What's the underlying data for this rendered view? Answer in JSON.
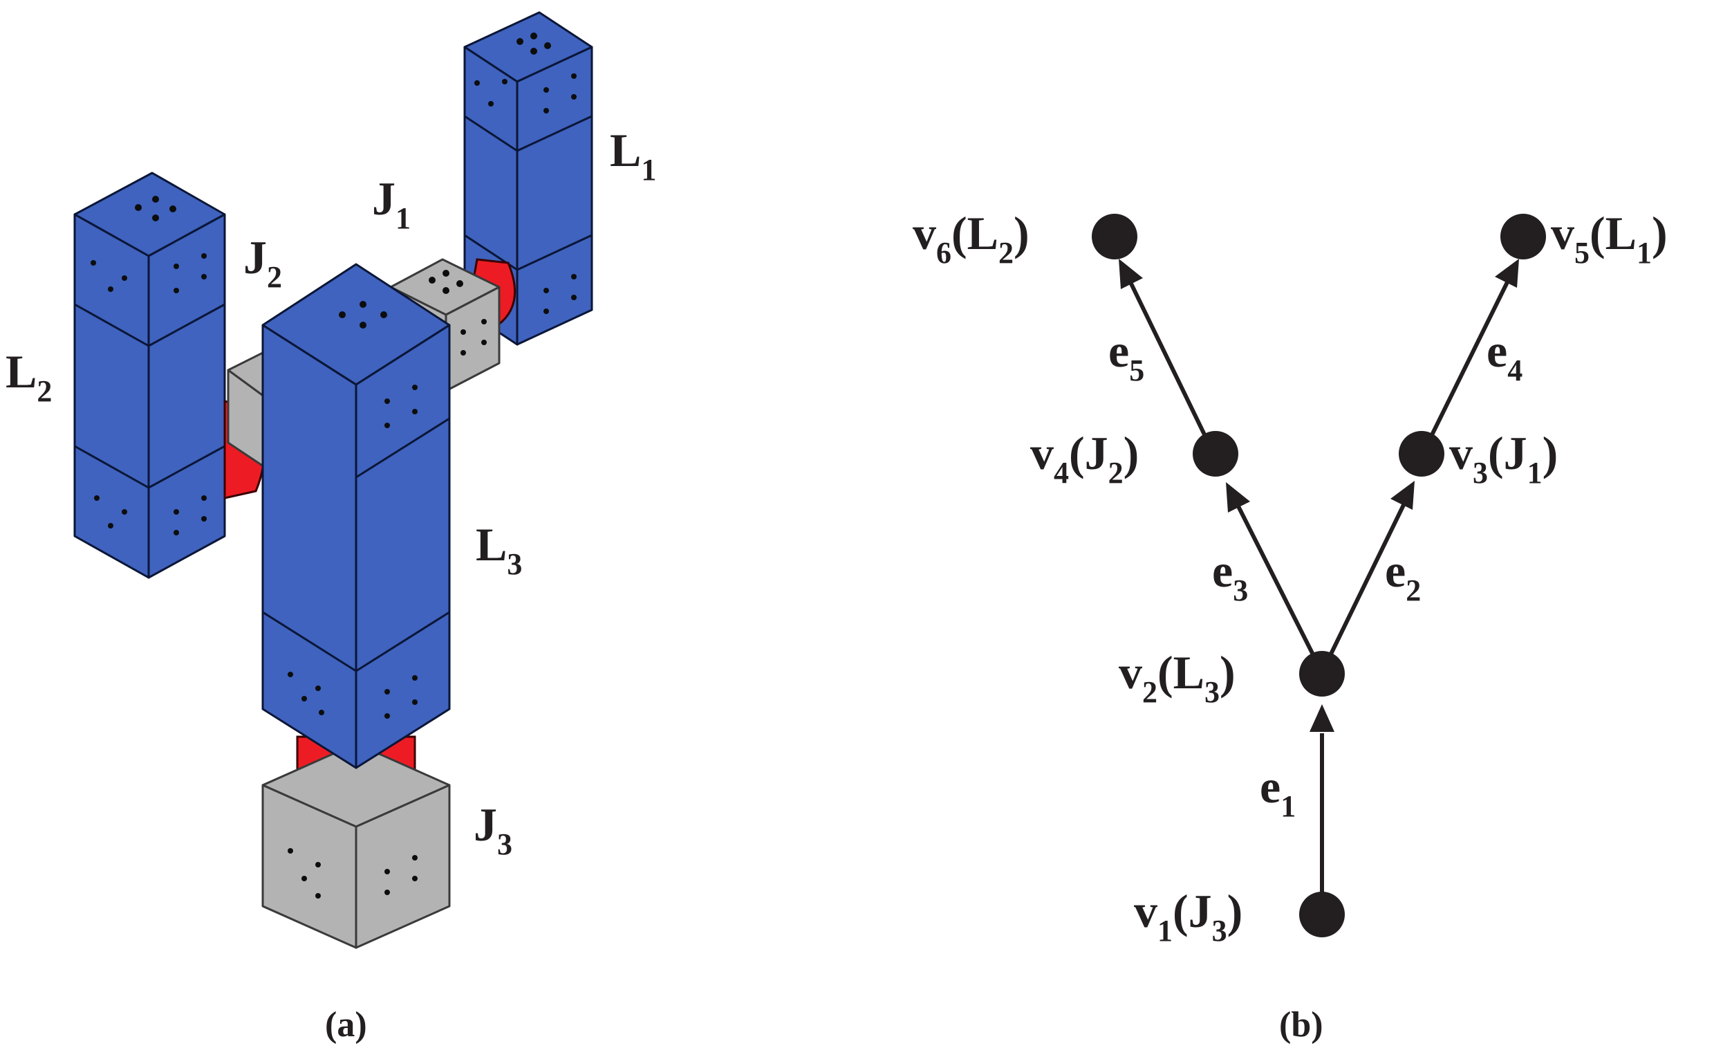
{
  "panel_a": {
    "caption": "(a)",
    "labels": [
      {
        "id": "L1",
        "base": "L",
        "sub": "1"
      },
      {
        "id": "J1",
        "base": "J",
        "sub": "1"
      },
      {
        "id": "J2",
        "base": "J",
        "sub": "2"
      },
      {
        "id": "L2",
        "base": "L",
        "sub": "2"
      },
      {
        "id": "L3",
        "base": "L",
        "sub": "3"
      },
      {
        "id": "J3",
        "base": "J",
        "sub": "3"
      }
    ]
  },
  "panel_b": {
    "caption": "(b)",
    "nodes": [
      {
        "id": "v1",
        "base": "v",
        "sub": "1",
        "paren_base": "J",
        "paren_sub": "3"
      },
      {
        "id": "v2",
        "base": "v",
        "sub": "2",
        "paren_base": "L",
        "paren_sub": "3"
      },
      {
        "id": "v3",
        "base": "v",
        "sub": "3",
        "paren_base": "J",
        "paren_sub": "1"
      },
      {
        "id": "v4",
        "base": "v",
        "sub": "4",
        "paren_base": "J",
        "paren_sub": "2"
      },
      {
        "id": "v5",
        "base": "v",
        "sub": "5",
        "paren_base": "L",
        "paren_sub": "1"
      },
      {
        "id": "v6",
        "base": "v",
        "sub": "6",
        "paren_base": "L",
        "paren_sub": "2"
      }
    ],
    "edges": [
      {
        "id": "e1",
        "base": "e",
        "sub": "1",
        "from": "v1",
        "to": "v2"
      },
      {
        "id": "e2",
        "base": "e",
        "sub": "2",
        "from": "v2",
        "to": "v3"
      },
      {
        "id": "e3",
        "base": "e",
        "sub": "3",
        "from": "v2",
        "to": "v4"
      },
      {
        "id": "e4",
        "base": "e",
        "sub": "4",
        "from": "v3",
        "to": "v5"
      },
      {
        "id": "e5",
        "base": "e",
        "sub": "5",
        "from": "v4",
        "to": "v6"
      }
    ]
  }
}
